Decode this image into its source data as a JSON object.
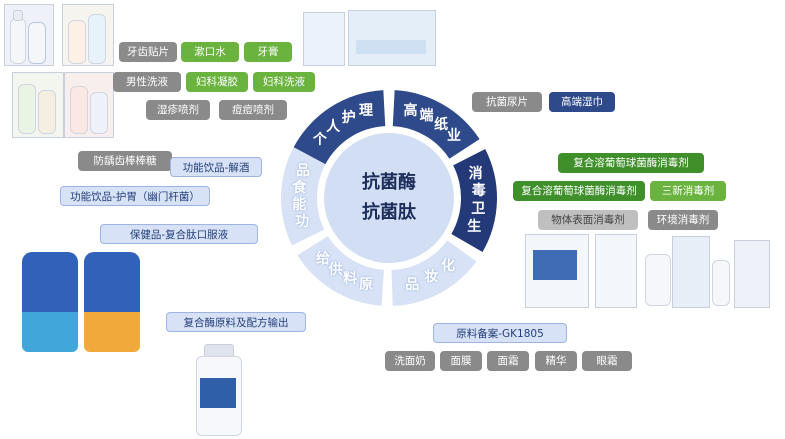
{
  "center": {
    "line1": "抗菌酶",
    "line2": "抗菌肽"
  },
  "ring": {
    "segments": [
      {
        "name": "personal-care",
        "text": "个人护理",
        "color": "#2e4a8a"
      },
      {
        "name": "high-end-paper",
        "text": "高端纸业",
        "color": "#2e4a8a"
      },
      {
        "name": "disinfection",
        "text": "消毒卫生",
        "color": "#243a78"
      },
      {
        "name": "cosmetics",
        "text": "化妆品",
        "color": "#d7e2f6"
      },
      {
        "name": "raw-material",
        "text": "原料供给",
        "color": "#d7e2f6"
      },
      {
        "name": "functional-food",
        "text": "功能食品",
        "color": "#d7e2f6"
      }
    ]
  },
  "personal_care_tags": {
    "row1": [
      "牙齿贴片",
      "漱口水",
      "牙膏"
    ],
    "row2": [
      "男性洗液",
      "妇科凝胶",
      "妇科洗液"
    ],
    "row3": [
      "湿疹喷剂",
      "痘痘喷剂"
    ]
  },
  "paper_tags": [
    "抗菌尿片",
    "高端湿巾"
  ],
  "disinfection_tags": {
    "row1": "复合溶葡萄球菌酶消毒剂",
    "row2": [
      "三新消毒剂",
      "复合溶葡萄球菌酶消毒剂"
    ],
    "row3": [
      "环境消毒剂",
      "物体表面消毒剂"
    ]
  },
  "cosmetics_tags": {
    "filing": "原料备案-GK1805",
    "items": [
      "眼霜",
      "精华",
      "面霜",
      "面膜",
      "洗面奶"
    ]
  },
  "raw_material_tags": [
    "复合酶原料及配方输出"
  ],
  "food_tags": [
    "防龋齿棒棒糖",
    "功能饮品-解酒",
    "功能饮品-护胃（幽门杆菌）",
    "保健品-复合肽口服液"
  ]
}
